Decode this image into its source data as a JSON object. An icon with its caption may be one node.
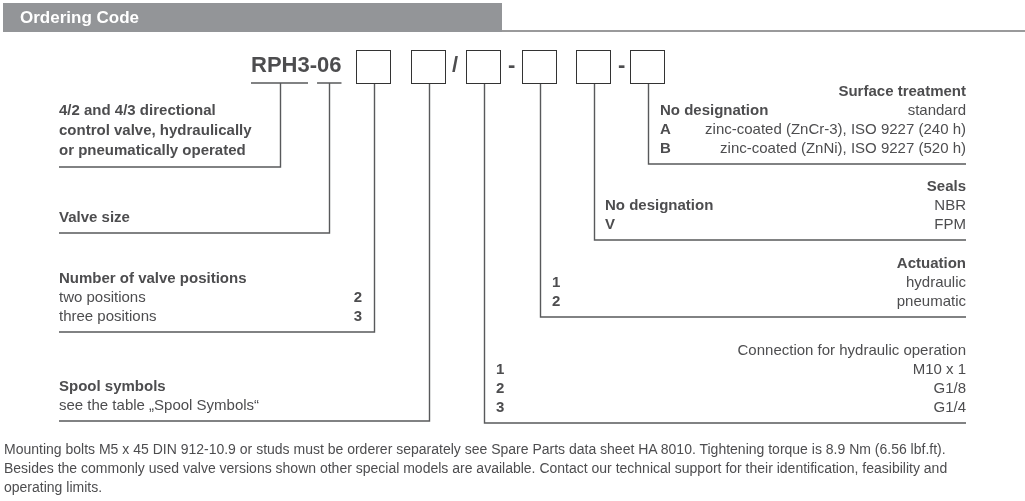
{
  "diagram": {
    "title": "Ordering Code",
    "caption": "Mounting bolts M5 x 45 DIN 912-10.9 or studs must be orderer separately see Spare Parts data sheet HA 8010. Tightening torque is 8.9 Nm (6.56 lbf.ft). Besides the commonly used valve versions shown other special models are available. Contact our technical support for their identification, feasibility and operating limits.",
    "nodes": [
      {
        "text": [
          "RPH3-06"
        ]
      },
      {
        "text": [],
        "shape": "box"
      },
      {
        "text": [],
        "shape": "box"
      },
      {
        "text": [],
        "shape": "box"
      },
      {
        "text": [],
        "shape": "box"
      },
      {
        "text": [],
        "shape": "box"
      },
      {
        "text": [],
        "shape": "box"
      },
      {
        "text": [
          "Surface treatment",
          "No designation",
          "standard",
          "A",
          "zinc-coated (ZnCr-3), ISO 9227 (240 h)",
          "B",
          "zinc-coated (ZnNi), ISO 9227 (520 h)"
        ]
      },
      {
        "text": [
          "4/2 and 4/3 directional control valve, hydraulically or pneumatically operated"
        ]
      },
      {
        "text": [
          "Seals",
          "No designation",
          "NBR",
          "V",
          "FPM"
        ]
      },
      {
        "text": [
          "Valve size"
        ]
      },
      {
        "text": [
          "Actuation",
          "1",
          "hydraulic",
          "2",
          "pneumatic"
        ]
      },
      {
        "text": [
          "Number of valve positions",
          "two positions",
          "2",
          "three positions",
          "3"
        ]
      },
      {
        "text": [
          "Connection for hydraulic operation",
          "1",
          "M10 x 1",
          "2",
          "G1/8",
          "3",
          "G1/4"
        ]
      },
      {
        "text": [
          "Spool symbols",
          "see the table „Spool Symbols“"
        ]
      }
    ],
    "edges": [
      {
        "from": 8,
        "to": 0,
        "arrow": "none"
      },
      {
        "from": 10,
        "to": 0,
        "arrow": "none"
      },
      {
        "from": 12,
        "to": 1,
        "arrow": "none"
      },
      {
        "from": 14,
        "to": 2,
        "arrow": "none"
      },
      {
        "from": 13,
        "to": 3,
        "arrow": "none"
      },
      {
        "from": 11,
        "to": 4,
        "arrow": "none"
      },
      {
        "from": 9,
        "to": 5,
        "arrow": "none"
      },
      {
        "from": 7,
        "to": 6,
        "arrow": "none"
      }
    ],
    "labels": [
      "/",
      "-",
      "-"
    ]
  }
}
